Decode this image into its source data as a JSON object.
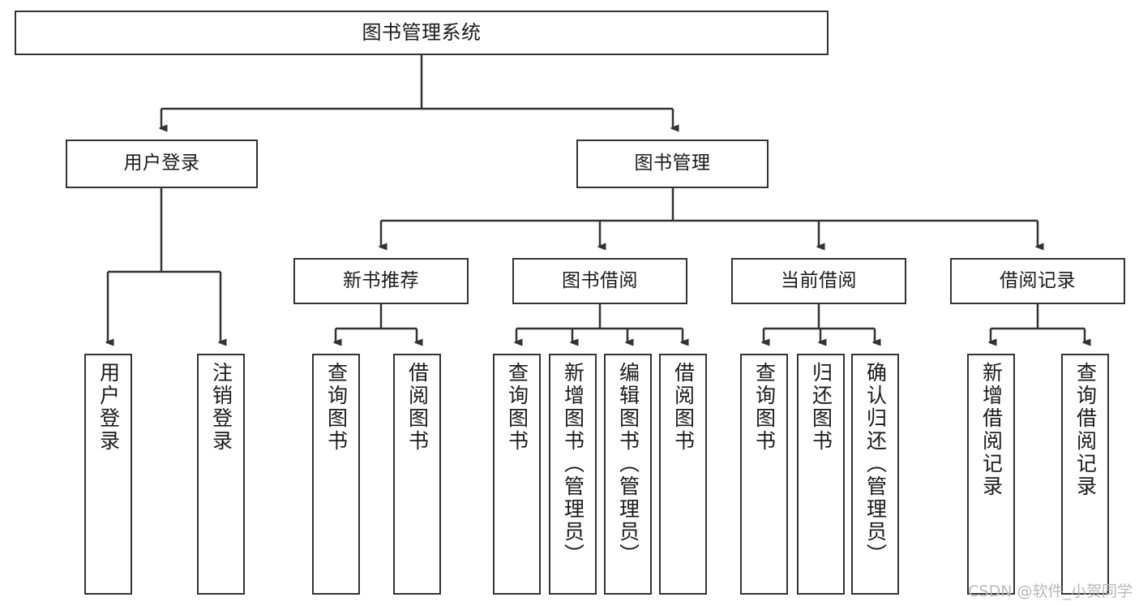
{
  "diagram": {
    "title": "图书管理系统",
    "watermark": "CSDN @软件_小贺同学",
    "colors": {
      "stroke": "#333333",
      "fill": "#ffffff",
      "text": "#1a1a1a",
      "watermark": "#b8b8b8"
    },
    "nodes": {
      "root": {
        "label": "图书管理系统"
      },
      "level2": [
        {
          "label": "用户登录"
        },
        {
          "label": "图书管理"
        }
      ],
      "level3": [
        {
          "label": "新书推荐"
        },
        {
          "label": "图书借阅"
        },
        {
          "label": "当前借阅"
        },
        {
          "label": "借阅记录"
        }
      ],
      "leaves_user_login": [
        {
          "label": "用户登录"
        },
        {
          "label": "注销登录"
        }
      ],
      "leaves_new_book": [
        {
          "label": "查询图书"
        },
        {
          "label": "借阅图书"
        }
      ],
      "leaves_borrow": [
        {
          "label": "查询图书"
        },
        {
          "label": "新增图书（管理员）"
        },
        {
          "label": "编辑图书（管理员）"
        },
        {
          "label": "借阅图书"
        }
      ],
      "leaves_current": [
        {
          "label": "查询图书"
        },
        {
          "label": "归还图书"
        },
        {
          "label": "确认归还（管理员）"
        }
      ],
      "leaves_records": [
        {
          "label": "新增借阅记录"
        },
        {
          "label": "查询借阅记录"
        }
      ]
    }
  }
}
